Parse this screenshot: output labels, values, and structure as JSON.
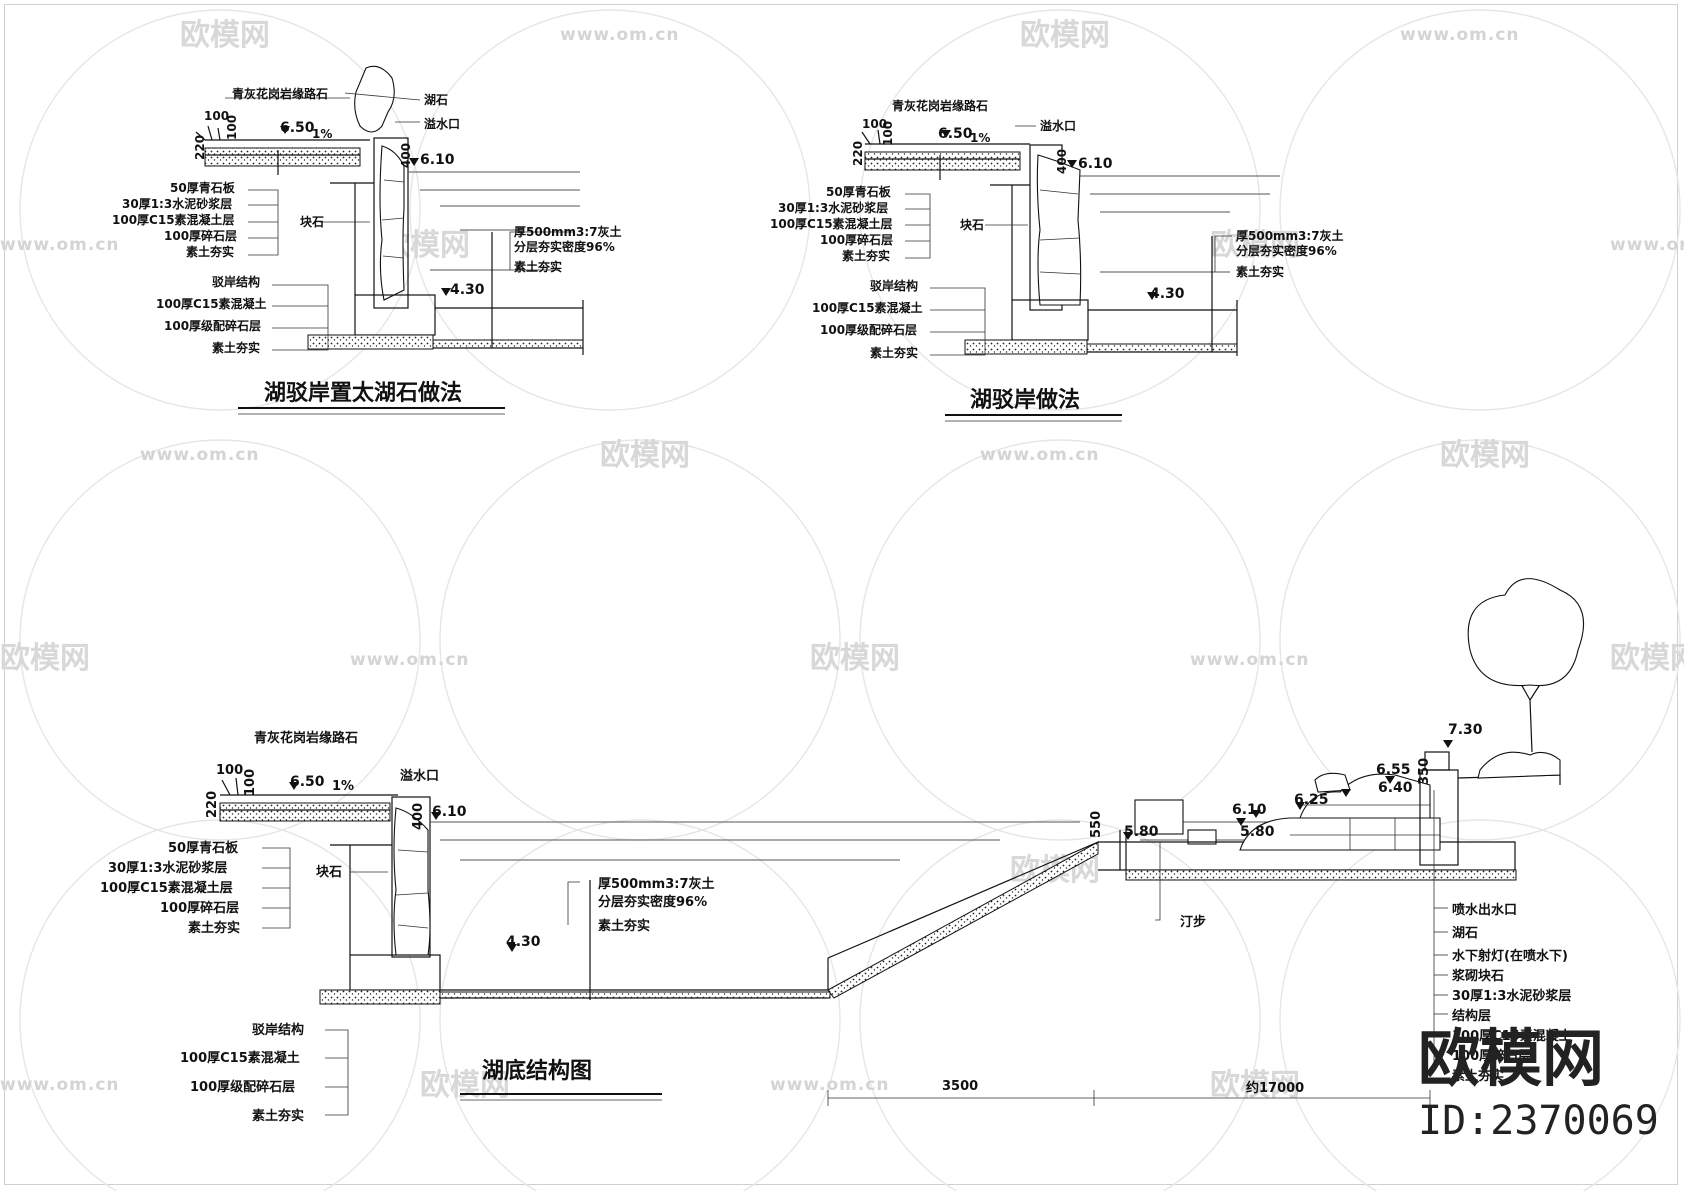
{
  "watermark": {
    "brand": "欧模网",
    "url": "www.om.cn",
    "big_brand": "欧模网",
    "id_text": "ID:2370069"
  },
  "detail_a": {
    "title": "湖驳岸置太湖石做法",
    "labels": {
      "curb": "青灰花岗岩缘路石",
      "lake_stone": "湖石",
      "overflow": "溢水口",
      "block_stone": "块石",
      "l50": "50厚青石板",
      "l30": "30厚1:3水泥砂浆层",
      "l100c": "100厚C15素混凝土层",
      "l100g": "100厚碎石层",
      "soil1": "素土夯实",
      "struct": "驳岸结构",
      "c15": "100厚C15素混凝土",
      "graded": "100厚级配碎石层",
      "soil2": "素土夯实",
      "lime1": "厚500mm3:7灰土",
      "lime2": "分层夯实密度96%",
      "soil3": "素土夯实"
    },
    "dims": {
      "d100": "100",
      "d220": "220",
      "d100b": "100",
      "d400": "400",
      "slope": "1%"
    },
    "elevs": {
      "e650": "6.50",
      "e610": "6.10",
      "e430": "4.30"
    }
  },
  "detail_b": {
    "title": "湖驳岸做法",
    "labels": {
      "curb": "青灰花岗岩缘路石",
      "overflow": "溢水口",
      "block_stone": "块石",
      "l50": "50厚青石板",
      "l30": "30厚1:3水泥砂浆层",
      "l100c": "100厚C15素混凝土层",
      "l100g": "100厚碎石层",
      "soil1": "素土夯实",
      "struct": "驳岸结构",
      "c15": "100厚C15素混凝土",
      "graded": "100厚级配碎石层",
      "soil2": "素土夯实",
      "lime1": "厚500mm3:7灰土",
      "lime2": "分层夯实密度96%",
      "soil3": "素土夯实"
    },
    "dims": {
      "d100": "100",
      "d220": "220",
      "d100b": "100",
      "d400": "400",
      "slope": "1%"
    },
    "elevs": {
      "e650": "6.50",
      "e610": "6.10",
      "e430": "4.30"
    }
  },
  "detail_c": {
    "title": "湖底结构图",
    "labels": {
      "curb": "青灰花岗岩缘路石",
      "overflow": "溢水口",
      "block_stone": "块石",
      "l50": "50厚青石板",
      "l30": "30厚1:3水泥砂浆层",
      "l100c": "100厚C15素混凝土层",
      "l100g": "100厚碎石层",
      "soil1": "素土夯实",
      "lime1": "厚500mm3:7灰土",
      "lime2": "分层夯实密度96%",
      "soil3": "素土夯实",
      "struct": "驳岸结构",
      "c15": "100厚C15素混凝土",
      "graded": "100厚级配碎石层",
      "soil2": "素土夯实",
      "stepping": "汀步",
      "fountain": "喷水出水口",
      "lake_stone": "湖石",
      "light": "水下射灯(在喷水下)",
      "masonry": "浆砌块石",
      "mortar": "30厚1:3水泥砂浆层",
      "structure_layer": "结构层",
      "c15_2": "100厚C15素混凝土",
      "gravel2": "100厚碎石层",
      "soil4": "素土夯实"
    },
    "dims": {
      "d100": "100",
      "d220": "220",
      "d100b": "100",
      "d400": "400",
      "slope": "1%",
      "d550": "550",
      "d350": "350",
      "span1": "3500",
      "span2": "约17000"
    },
    "elevs": {
      "e650": "6.50",
      "e610": "6.10",
      "e430": "4.30",
      "e580a": "5.80",
      "e610b": "6.10",
      "e580b": "5.80",
      "e625": "6.25",
      "e640": "6.40",
      "e655": "6.55",
      "e730": "7.30"
    }
  }
}
